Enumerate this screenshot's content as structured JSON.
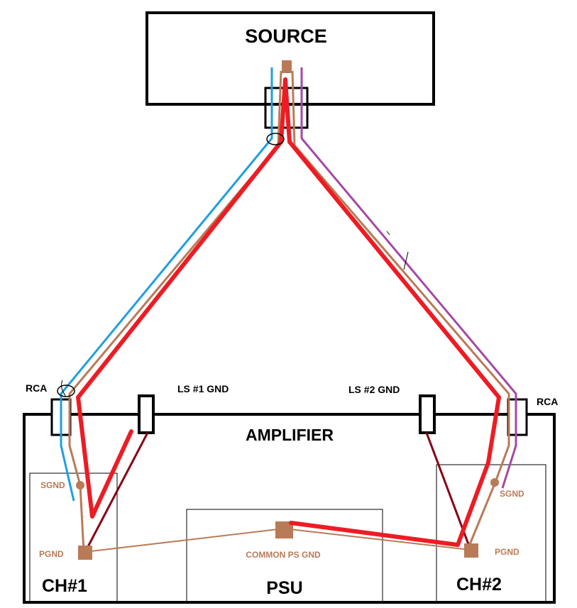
{
  "labels": {
    "source": "SOURCE",
    "amplifier": "AMPLIFIER",
    "psu": "PSU",
    "ch1": "CH#1",
    "ch2": "CH#2",
    "rca_left": "RCA",
    "rca_right": "RCA",
    "ls1_gnd": "LS #1 GND",
    "ls2_gnd": "LS #2 GND",
    "sgnd_left": "SGND",
    "sgnd_right": "SGND",
    "pgnd_left": "PGND",
    "pgnd_right": "PGND",
    "common_ps_gnd": "COMMON PS GND"
  },
  "colors": {
    "outline": "#000000",
    "ground_path": "#ed1c24",
    "signal_ground_wire": "#b97a57",
    "left_signal_wire": "#1e9fe0",
    "right_signal_wire": "#a349a4",
    "speaker_ground_wire": "#880015",
    "ground_node": "#b97a57"
  }
}
